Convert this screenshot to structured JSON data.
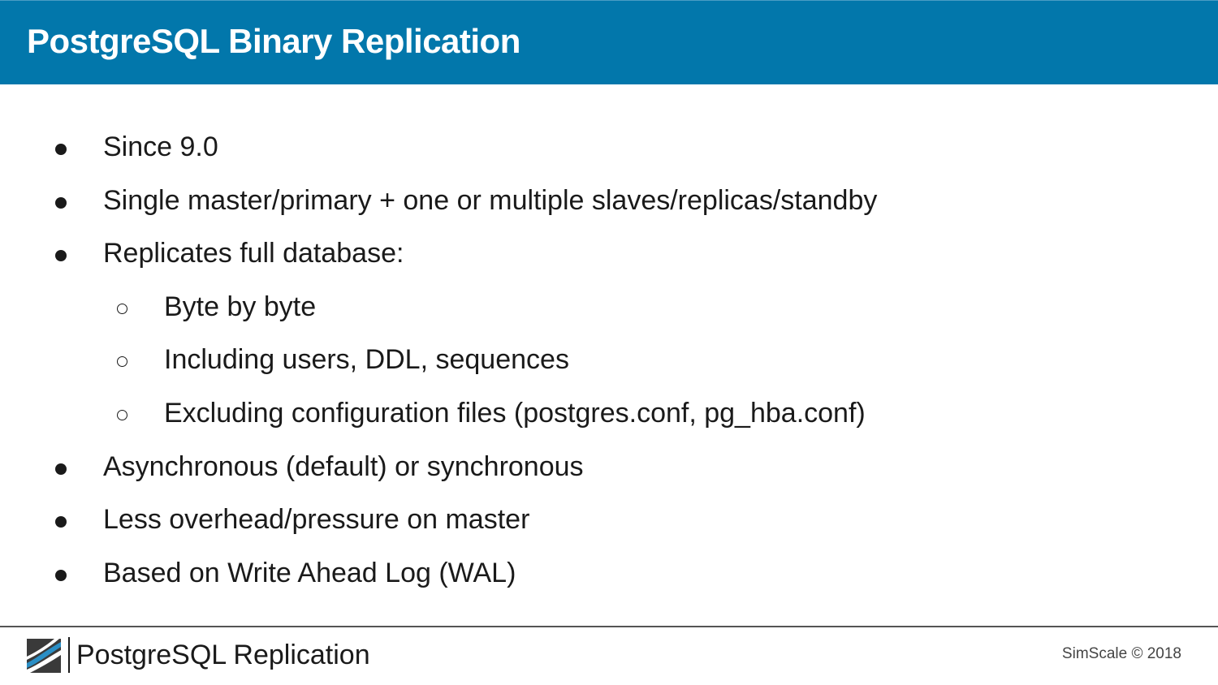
{
  "slide": {
    "title": "PostgreSQL Binary Replication"
  },
  "bullets": [
    {
      "level": 1,
      "text": "Since 9.0"
    },
    {
      "level": 1,
      "text": "Single master/primary + one or multiple slaves/replicas/standby"
    },
    {
      "level": 1,
      "text": "Replicates full database:"
    },
    {
      "level": 2,
      "text": "Byte by byte"
    },
    {
      "level": 2,
      "text": "Including users, DDL, sequences"
    },
    {
      "level": 2,
      "text": "Excluding configuration files (postgres.conf, pg_hba.conf)"
    },
    {
      "level": 1,
      "text": "Asynchronous (default) or synchronous"
    },
    {
      "level": 1,
      "text": "Less overhead/pressure on master"
    },
    {
      "level": 1,
      "text": "Based on Write Ahead Log (WAL)"
    }
  ],
  "footer": {
    "presentation_title": "PostgreSQL Replication",
    "copyright": "SimScale © 2018",
    "logo_icon": "simscale-logo-icon"
  },
  "colors": {
    "title_bar": "#0277ab",
    "title_text": "#ffffff",
    "body_text": "#1a1a1a"
  }
}
